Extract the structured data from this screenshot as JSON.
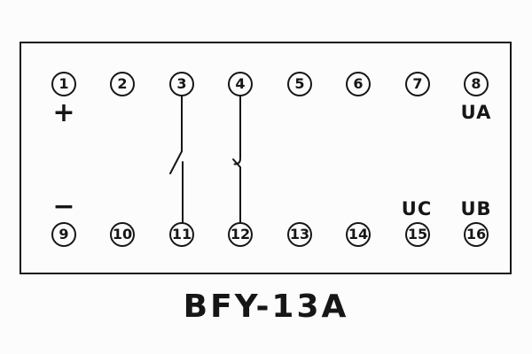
{
  "diagram": {
    "title": "BFY-13A",
    "terminals": {
      "top": [
        "1",
        "2",
        "3",
        "4",
        "5",
        "6",
        "7",
        "8"
      ],
      "bottom": [
        "9",
        "10",
        "11",
        "12",
        "13",
        "14",
        "15",
        "16"
      ]
    },
    "labels": {
      "plus": "+",
      "minus": "−",
      "ua": "UA",
      "uc": "UC",
      "ub": "UB"
    },
    "contacts": [
      {
        "from": "3",
        "to": "11",
        "type": "normally-open-switch"
      },
      {
        "from": "4",
        "to": "12",
        "type": "normally-open-switch"
      }
    ],
    "colors": {
      "line": "#161616",
      "background": "#fcfcfc"
    }
  }
}
